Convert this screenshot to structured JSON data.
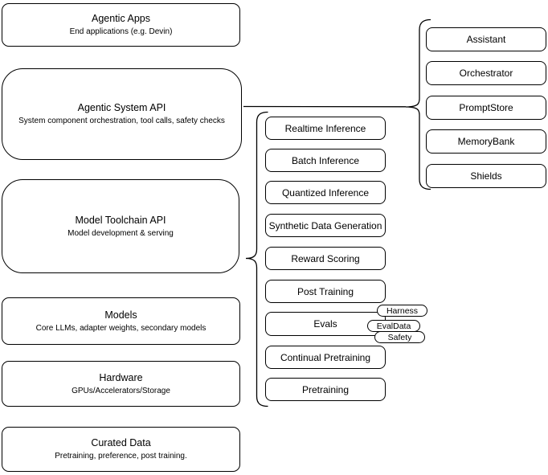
{
  "colors": {
    "background": "#ffffff",
    "stroke": "#000000",
    "node_fill": "#ffffff",
    "text": "#000000"
  },
  "left_stack": [
    {
      "title": "Agentic Apps",
      "subtitle": "End applications (e.g. Devin)"
    },
    {
      "title": "Agentic System API",
      "subtitle": "System component orchestration, tool calls, safety checks"
    },
    {
      "title": "Model Toolchain API",
      "subtitle": "Model development & serving"
    },
    {
      "title": "Models",
      "subtitle": "Core LLMs, adapter weights, secondary models"
    },
    {
      "title": "Hardware",
      "subtitle": "GPUs/Accelerators/Storage"
    },
    {
      "title": "Curated Data",
      "subtitle": "Pretraining, preference, post training."
    }
  ],
  "toolchain_items": [
    "Realtime Inference",
    "Batch Inference",
    "Quantized Inference",
    "Synthetic Data Generation",
    "Reward Scoring",
    "Post Training",
    "Evals",
    "Continual Pretraining",
    "Pretraining"
  ],
  "eval_tags": [
    "Harness",
    "EvalData",
    "Safety"
  ],
  "system_components": [
    "Assistant",
    "Orchestrator",
    "PromptStore",
    "MemoryBank",
    "Shields"
  ]
}
